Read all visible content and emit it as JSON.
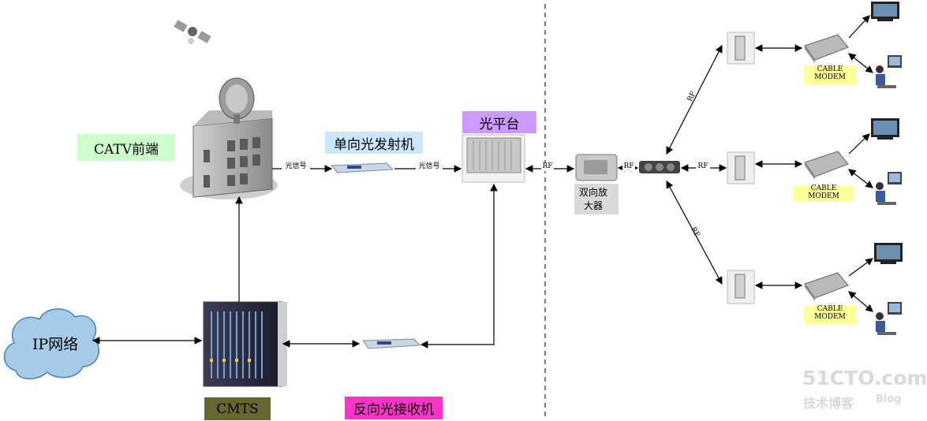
{
  "labels": {
    "catv_headend": "CATV前端",
    "unidirectional_tx": "单向光发射机",
    "optical_platform": "光平台",
    "bidir_amp": "双向放大器",
    "reverse_rx": "反向光接收机",
    "cmts": "CMTS",
    "ip_network": "IP网络",
    "optical_signal": "光信号",
    "rf": "RF",
    "cable_modem": "CABLE MODEM"
  },
  "colors": {
    "catv_box": "#ccffcc",
    "tx_box": "#cce6ff",
    "platform_box": "#cc99ff",
    "amp_box": "#d9d9d9",
    "reverse_box": "#ff33cc",
    "cmts_box": "#666633",
    "modem_box": "#ffff99",
    "cloud": "#a6cbe8"
  },
  "watermark": {
    "brand": "51CTO.com",
    "sub": "技术博客",
    "blog": "Blog"
  }
}
